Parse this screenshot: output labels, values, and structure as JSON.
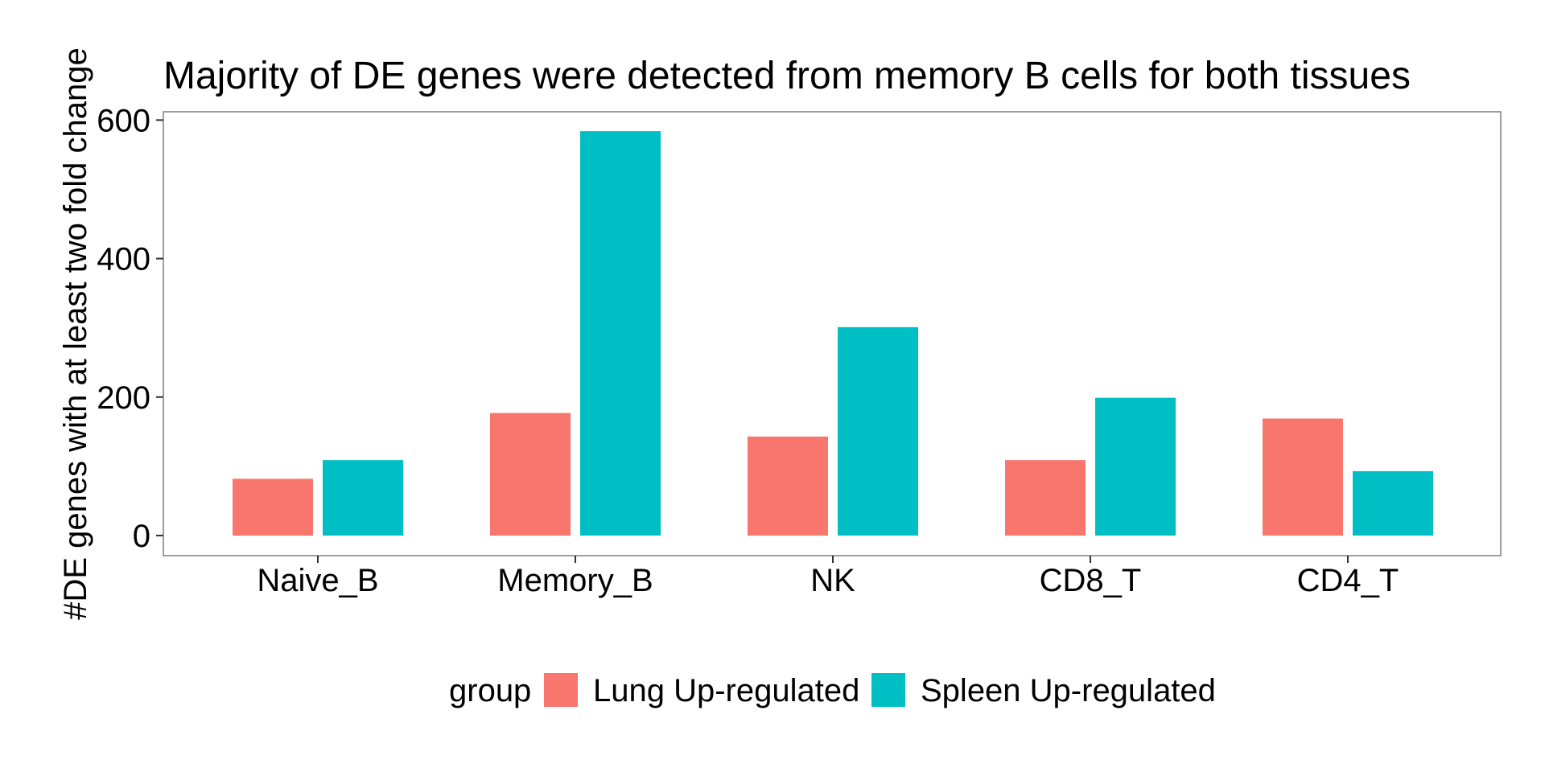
{
  "chart_data": {
    "type": "bar",
    "title": "Majority of DE genes were detected from memory B cells for both tissues",
    "xlabel": "",
    "ylabel": "#DE genes with at least two fold change",
    "categories": [
      "Naive_B",
      "Memory_B",
      "NK",
      "CD8_T",
      "CD4_T"
    ],
    "series": [
      {
        "name": "Lung Up-regulated",
        "values": [
          82,
          177,
          143,
          109,
          169
        ],
        "color": "#F8766D"
      },
      {
        "name": "Spleen Up-regulated",
        "values": [
          109,
          584,
          301,
          199,
          93
        ],
        "color": "#00BFC4"
      }
    ],
    "ylim": [
      -29,
      612
    ],
    "yticks": [
      0,
      200,
      400,
      600
    ],
    "grid": false,
    "legend": {
      "title": "group",
      "position": "bottom"
    }
  }
}
